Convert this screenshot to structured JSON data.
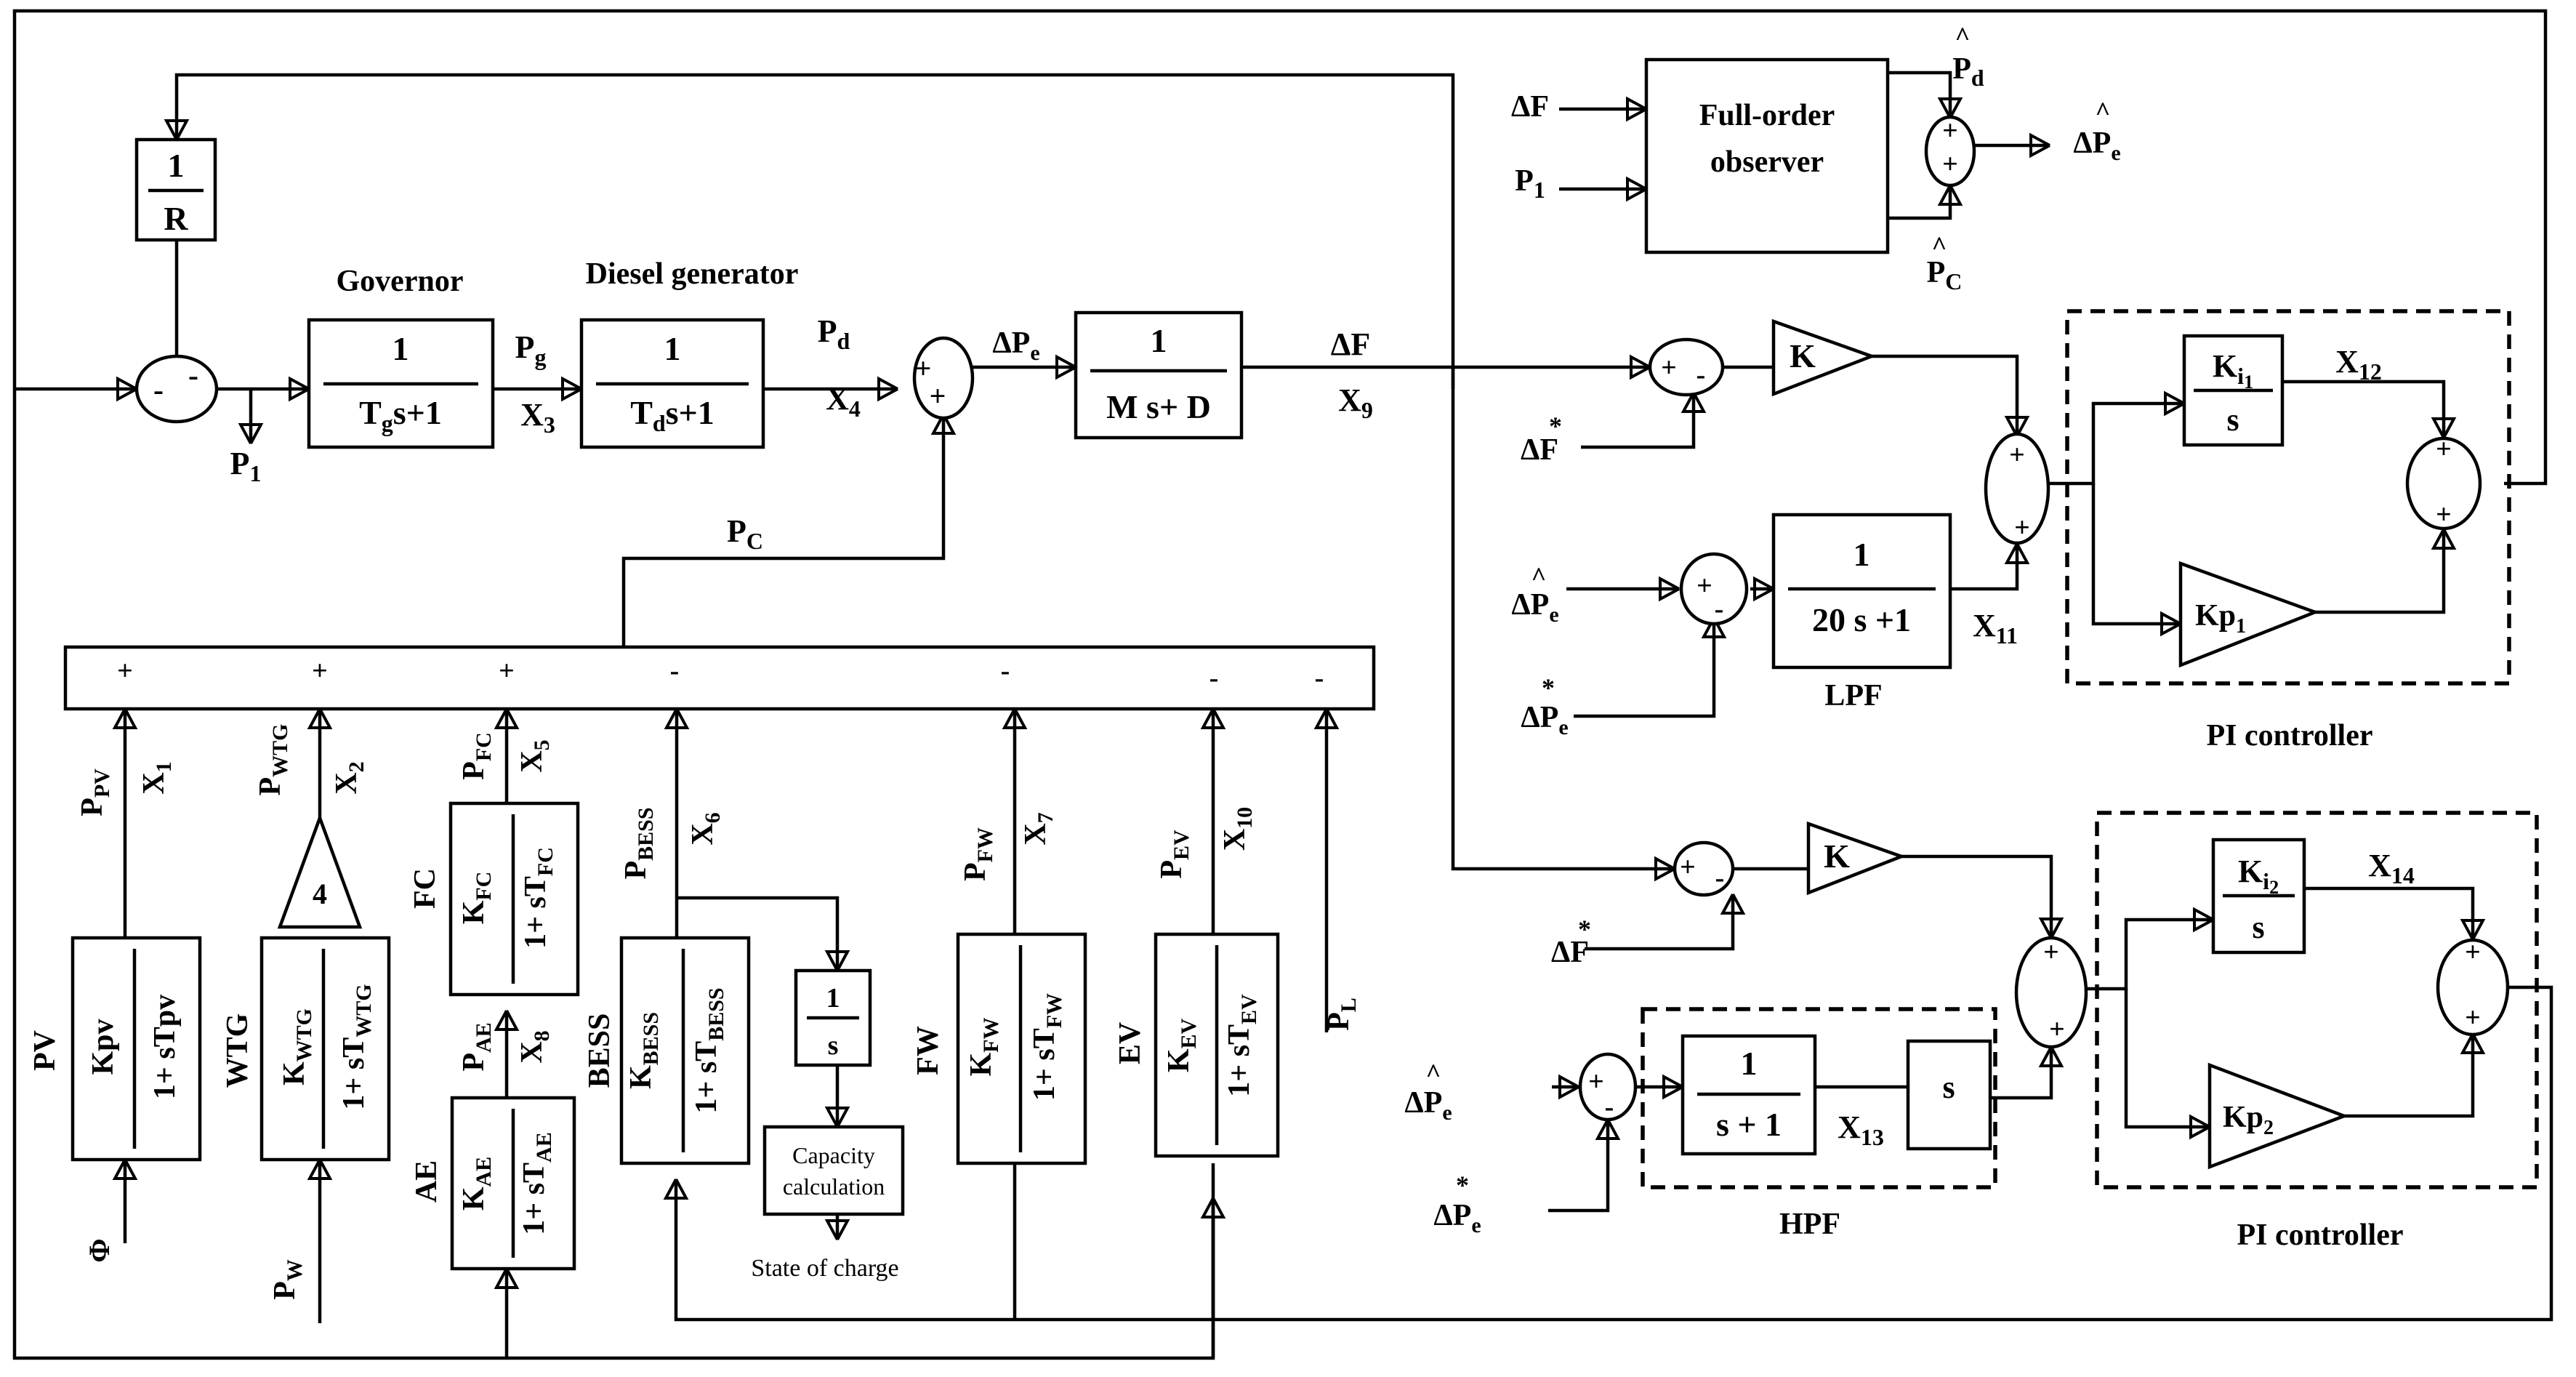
{
  "labels": {
    "governor": "Governor",
    "diesel_generator": "Diesel generator",
    "full_order_observer_1": "Full-order",
    "full_order_observer_2": "observer",
    "lpf": "LPF",
    "hpf": "HPF",
    "pi_controller": "PI controller",
    "capacity_calc_1": "Capacity",
    "capacity_calc_2": "calculation",
    "state_of_charge": "State of charge",
    "pv": "PV",
    "wtg": "WTG",
    "fc": "FC",
    "ae": "AE",
    "bess": "BESS",
    "fw": "FW",
    "ev": "EV"
  },
  "blocks": {
    "droop": {
      "num": "1",
      "den": "R"
    },
    "governor": {
      "num": "1",
      "den_a": "T",
      "den_sub": "g",
      "den_b": "s+1"
    },
    "diesel": {
      "num": "1",
      "den_a": "T",
      "den_sub": "d",
      "den_b": "s+1"
    },
    "inertia": {
      "num": "1",
      "den": "M s+ D"
    },
    "lpf": {
      "num": "1",
      "den": "20 s +1"
    },
    "hpf": {
      "num": "1",
      "den": "s + 1"
    },
    "hpf_s": "s",
    "integrator_soc": {
      "num": "1",
      "den": "s"
    },
    "gain_k": "K",
    "wtg_gain": "4"
  },
  "signals": {
    "p1": "P",
    "p1_sub": "1",
    "pg": "P",
    "pg_sub": "g",
    "pd": "P",
    "pd_sub": "d",
    "pc": "P",
    "pc_sub": "C",
    "pl": "P",
    "pl_sub": "L",
    "pw": "P",
    "pw_sub": "W",
    "phi": "Φ",
    "delta": "Δ",
    "x3": "X",
    "x3_sub": "3",
    "x4": "X",
    "x4_sub": "4",
    "x9": "X",
    "x9_sub": "9",
    "x11": "X",
    "x11_sub": "11",
    "x12": "X",
    "x12_sub": "12",
    "x13": "X",
    "x13_sub": "13",
    "x14": "X",
    "x14_sub": "14",
    "f": "F",
    "pe": "P",
    "pe_sub": "e",
    "hat": "^",
    "star": "*"
  },
  "signs": {
    "plus": "+",
    "minus": "-"
  }
}
